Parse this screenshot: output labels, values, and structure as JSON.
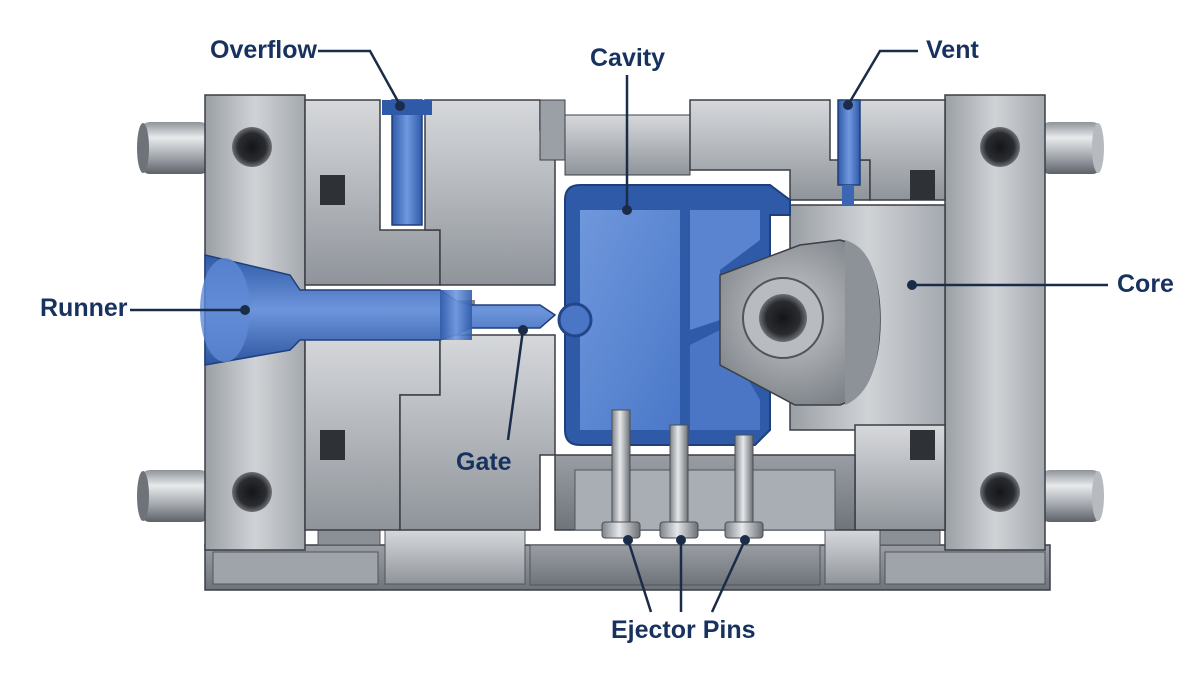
{
  "colors": {
    "label": "#17325e",
    "leader": "#1b2c48",
    "steel_light": "#c9ccd0",
    "steel_mid": "#a8adb3",
    "steel_dark": "#6e737a",
    "molten_blue": "#3f6fc4",
    "molten_light": "#7ea4e6",
    "shadow": "#2a2d33"
  },
  "labels": {
    "overflow": "Overflow",
    "cavity": "Cavity",
    "vent": "Vent",
    "runner": "Runner",
    "core": "Core",
    "gate": "Gate",
    "ejector_pins": "Ejector Pins"
  },
  "components": [
    {
      "name": "cavity",
      "region": "molten-blue"
    },
    {
      "name": "core",
      "region": "steel"
    },
    {
      "name": "runner",
      "region": "molten-blue"
    },
    {
      "name": "gate",
      "region": "molten-blue"
    },
    {
      "name": "overflow",
      "region": "molten-blue"
    },
    {
      "name": "vent",
      "region": "molten-blue"
    },
    {
      "name": "ejector-pins",
      "count": 3
    }
  ]
}
